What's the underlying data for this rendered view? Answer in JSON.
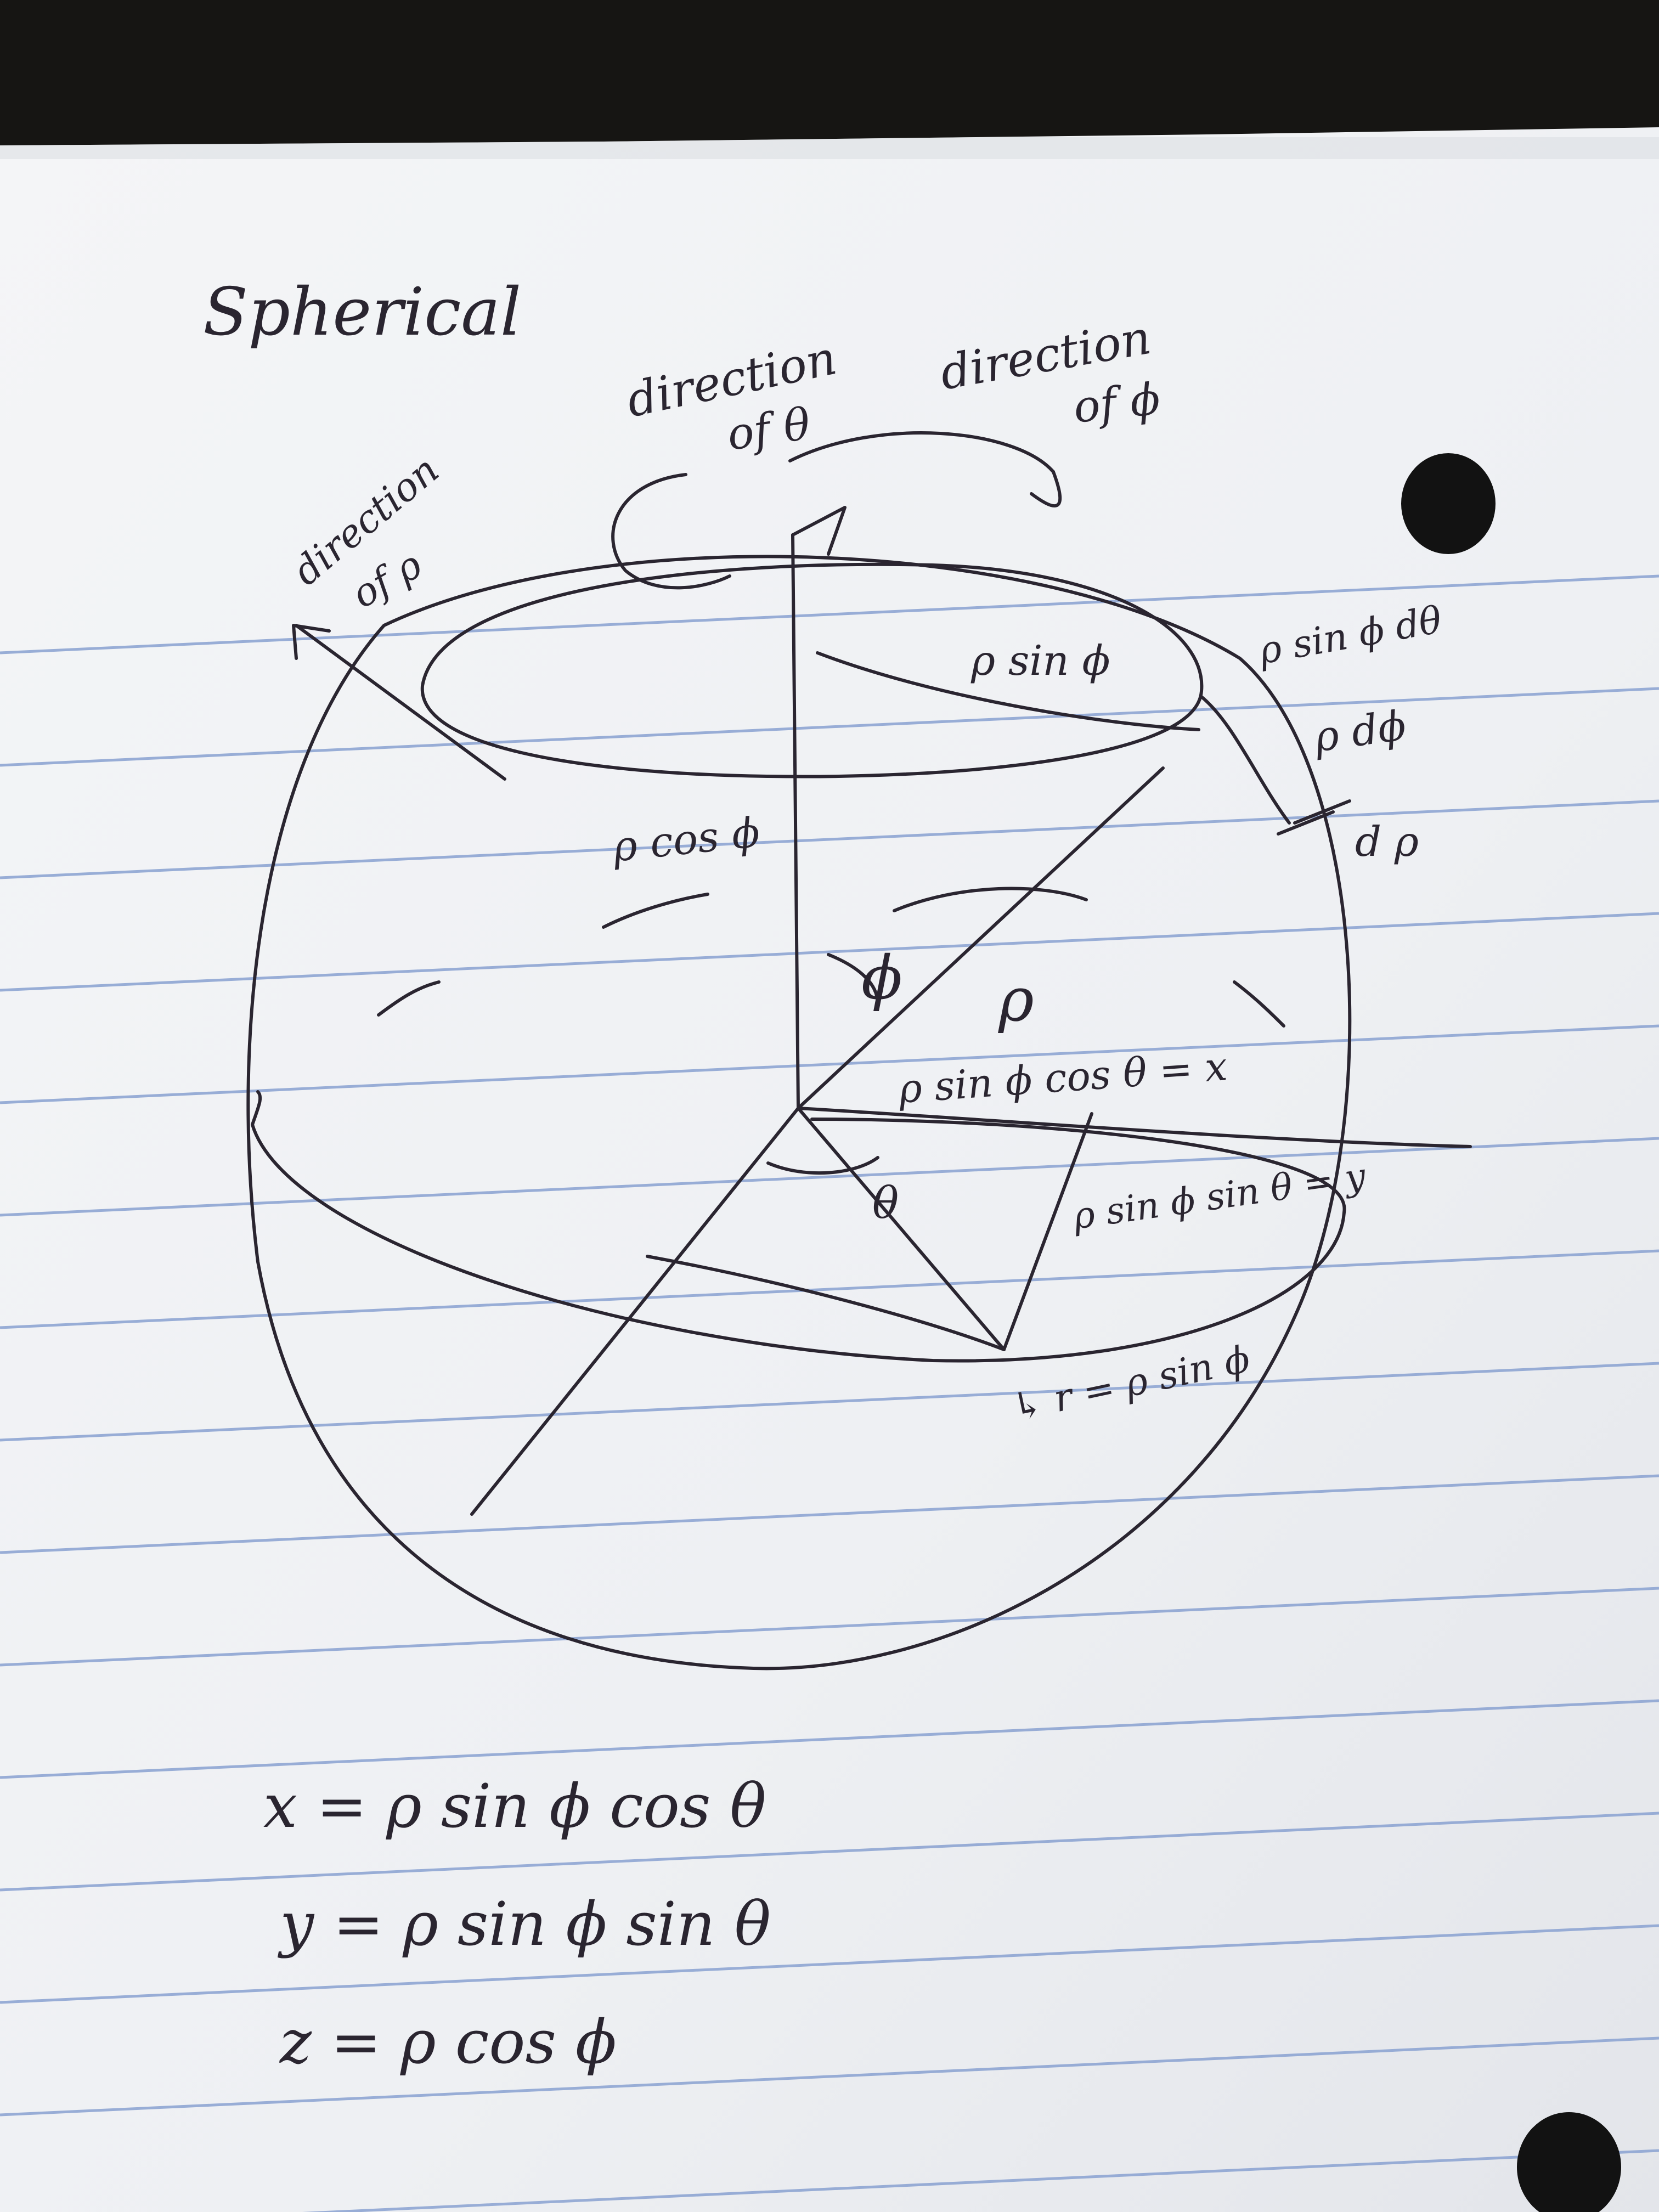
{
  "photo": {
    "subject": "handwritten notes on spherical coordinates on lined notebook paper",
    "colors": {
      "background": "#161513",
      "paper": "#f1f2f4",
      "rule_line": "#8fa6d3",
      "ink": "#2a2530"
    }
  },
  "notes": {
    "title": "Spherical",
    "direction_theta": [
      "direction",
      "of θ"
    ],
    "direction_phi": [
      "direction",
      "of ϕ"
    ],
    "direction_rho": [
      "direction",
      "of ρ"
    ],
    "label_rho_sin_phi": "ρ sin ϕ",
    "label_rho_cos_phi": "ρ cos ϕ",
    "label_rho_sin_phi_dtheta": "ρ sin ϕ dθ",
    "label_rho_dphi": "ρ dϕ",
    "label_drho": "d ρ",
    "label_phi": "ϕ",
    "label_rho": "ρ",
    "label_theta": "θ",
    "label_x_component": "ρ sin ϕ cos θ = x",
    "label_y_component": "ρ sin ϕ sin θ = y",
    "label_r": "↳ r = ρ sin ϕ",
    "eq_x": "x = ρ sin ϕ cos θ",
    "eq_y": "y = ρ sin ϕ sin θ",
    "eq_z": "z = ρ cos ϕ"
  }
}
